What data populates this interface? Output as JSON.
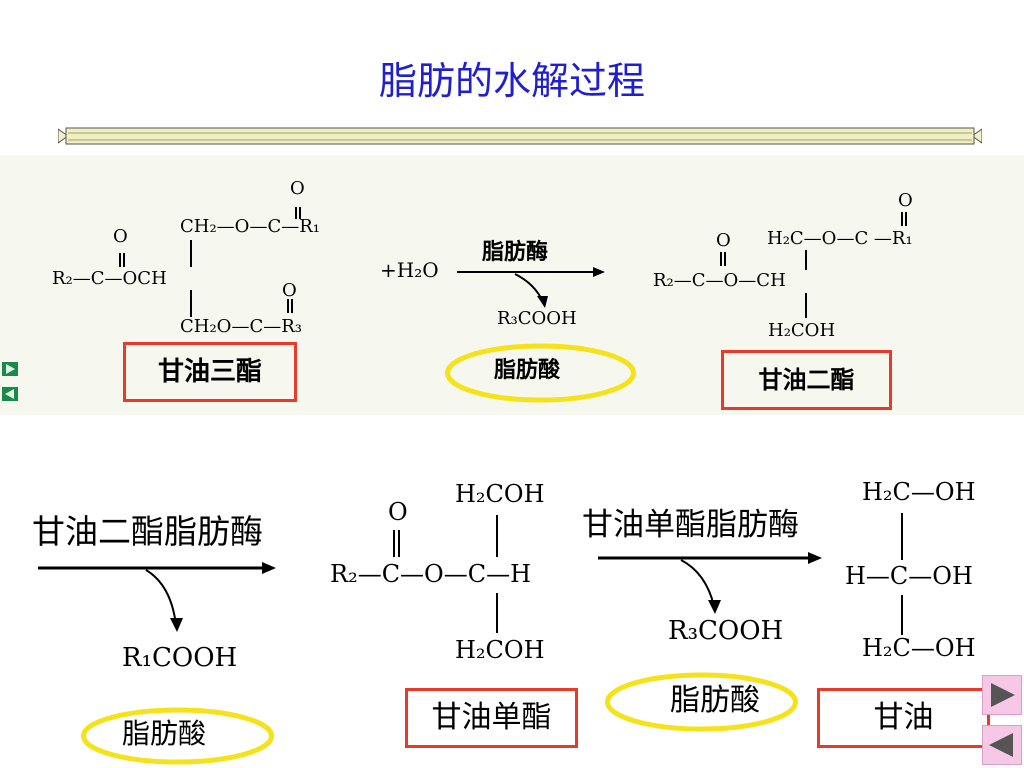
{
  "page": {
    "title": "脂肪的水解过程"
  },
  "stage1": {
    "triglyceride": {
      "r2": "R₂—C—OCH",
      "top": "CH₂—O—C—R₁",
      "bottom": "CH₂O—C—R₃",
      "o": "O",
      "label": "甘油三酯"
    },
    "water": "+H₂O",
    "enzyme": "脂肪酶",
    "acid": "R₃COOH",
    "acid_label": "脂肪酸",
    "diglyceride": {
      "top": "H₂C—O—C —R₁",
      "middle": "R₂—C—O—CH",
      "bottom": "H₂COH",
      "o": "O",
      "label": "甘油二酯"
    }
  },
  "stage2": {
    "reactant": "甘油二酯脂肪酶",
    "acid": "R₁COOH",
    "acid_label": "脂肪酸",
    "monoglyceride": {
      "top": "H₂COH",
      "middle": "R₂—C—O—C—H",
      "bottom": "H₂COH",
      "o": "O",
      "label": "甘油单酯"
    },
    "reactant2": "甘油单酯脂肪酶",
    "acid2": "R₃COOH",
    "acid2_label": "脂肪酸",
    "glycerol": {
      "top": "H₂C—OH",
      "middle": "H—C—OH",
      "bottom": "H₂C—OH",
      "label": "甘油"
    }
  },
  "colors": {
    "title": "#1f1fd0",
    "box": "#e8392b",
    "oval": "#f5e21a",
    "nav": "#1a8a4a",
    "bignav": "#f7c8e6"
  },
  "icons": {
    "nav_next": "play-right-icon",
    "nav_prev": "play-left-icon"
  }
}
